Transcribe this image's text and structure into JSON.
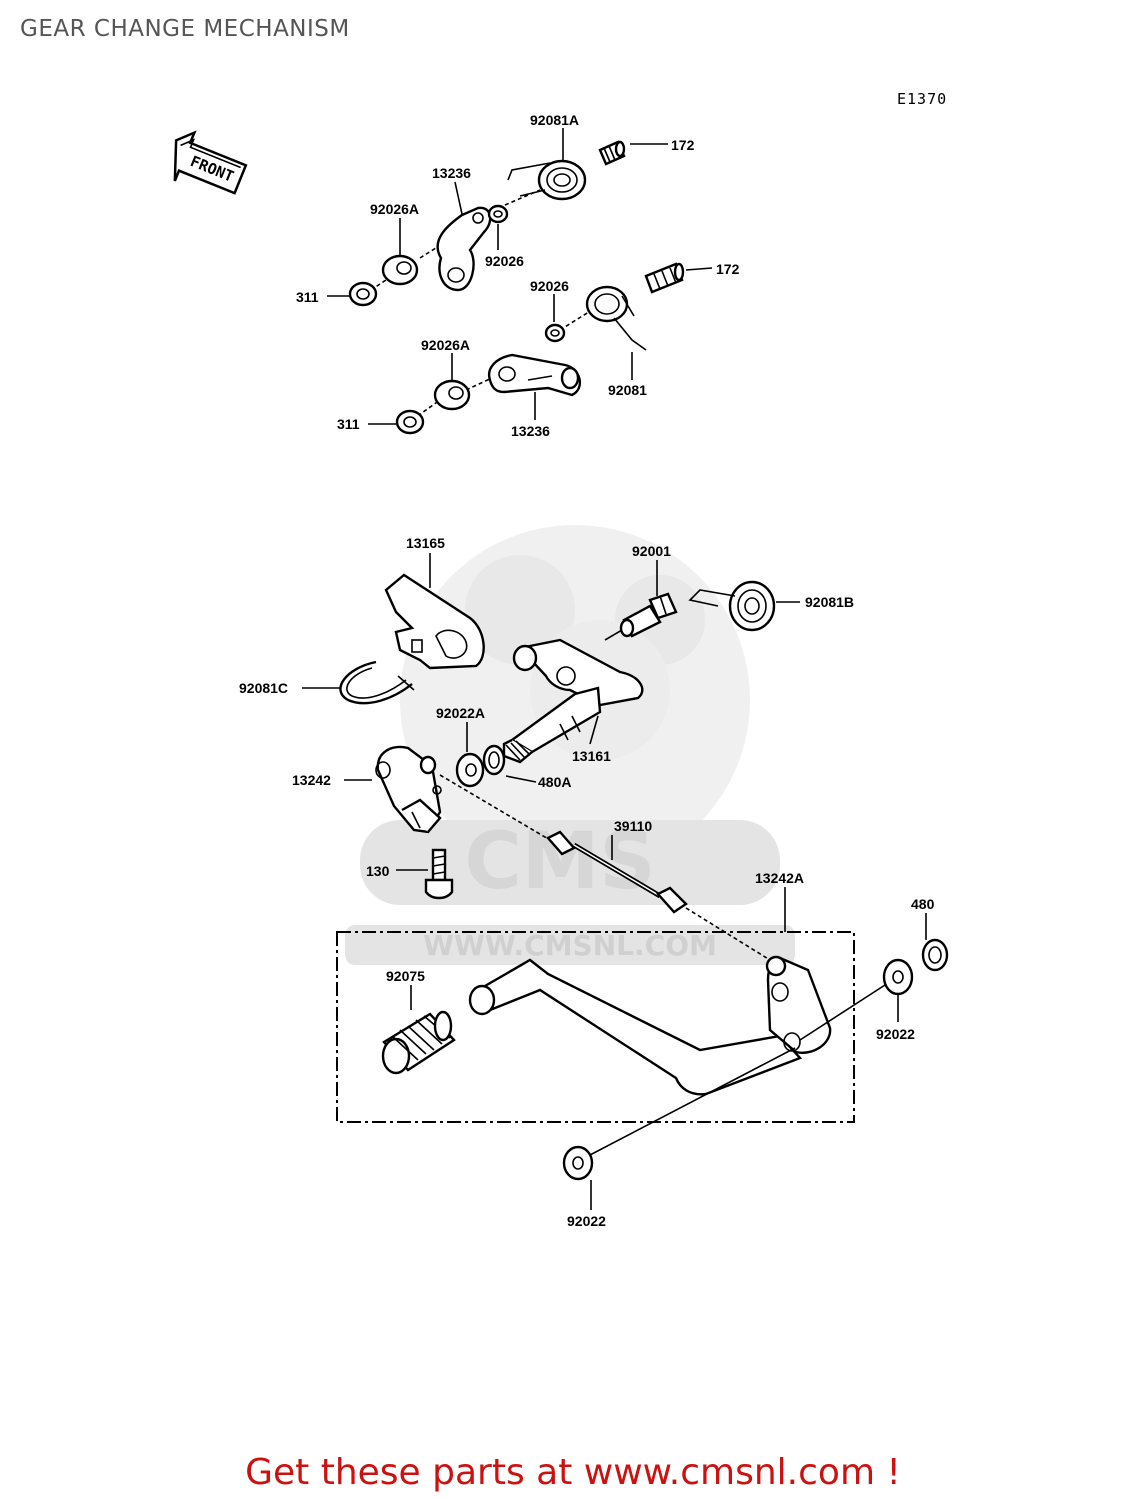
{
  "title": "GEAR CHANGE MECHANISM",
  "diagram_code": "E1370",
  "front_marker": "FRONT",
  "watermark": {
    "brand": "CMS",
    "url": "WWW.CMSNL.COM",
    "color": "#e4e4e4"
  },
  "labels": {
    "l92081A": "92081A",
    "l172a": "172",
    "l13236a": "13236",
    "l92026Aa": "92026A",
    "l92026a": "92026",
    "l311a": "311",
    "l172b": "172",
    "l92026b": "92026",
    "l92026Ab": "92026A",
    "l92081": "92081",
    "l311b": "311",
    "l13236b": "13236",
    "l13165": "13165",
    "l92001": "92001",
    "l92081B": "92081B",
    "l92081C": "92081C",
    "l92022A": "92022A",
    "l13161": "13161",
    "l13242": "13242",
    "l480A": "480A",
    "l39110": "39110",
    "l130": "130",
    "l13242A": "13242A",
    "l480": "480",
    "l92075": "92075",
    "l92022a": "92022",
    "l92022b": "92022"
  },
  "promo_text": "Get these parts at www.cmsnl.com !",
  "colors": {
    "title": "#555555",
    "promo": "#cc1111",
    "lines": "#000000"
  }
}
